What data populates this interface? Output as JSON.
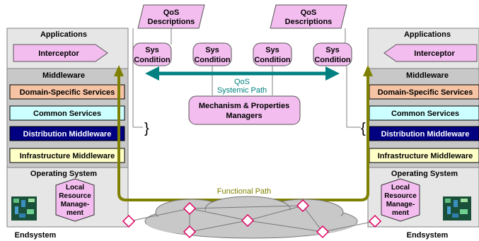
{
  "qos_descriptions": [
    "QoS Descriptions",
    "QoS Descriptions"
  ],
  "sys_conditions": [
    "Sys Condition",
    "Sys Condition",
    "Sys Condition",
    "Sys Condition"
  ],
  "qos_systemic_path": "QoS Systemic Path",
  "managers": "Mechanism & Properties Managers",
  "functional_path": "Functional Path",
  "left_endsystem": {
    "applications": "Applications",
    "interceptor": "Interceptor",
    "middleware": "Middleware",
    "layers": [
      "Domain-Specific Services",
      "Common Services",
      "Distribution Middleware",
      "Infrastructure Middleware"
    ],
    "operating_system": "Operating System",
    "resource_mgmt": "Local Resource Manage- ment",
    "endsystem": "Endsystem"
  },
  "right_endsystem": {
    "applications": "Applications",
    "interceptor": "Interceptor",
    "middleware": "Middleware",
    "layers": [
      "Domain-Specific Services",
      "Common Services",
      "Distribution Middleware",
      "Infrastructure Middleware"
    ],
    "operating_system": "Operating System",
    "resource_mgmt": "Local Resource Manage- ment",
    "endsystem": "Endsystem"
  },
  "colors": {
    "pink": "#f4bdf0",
    "panel": "#e6e6e6",
    "panel_dark": "#c8c8c8",
    "domain": "#f6c3a4",
    "common": "#ccffff",
    "distribution": "#000080",
    "infrastructure": "#ffffc8",
    "systemic_path": "#008080",
    "functional_path": "#808000"
  }
}
